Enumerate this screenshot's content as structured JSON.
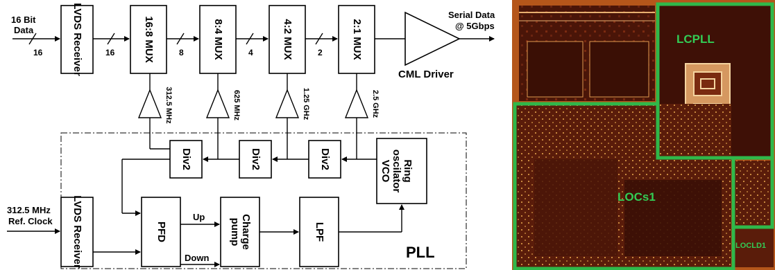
{
  "diagram": {
    "input_label_line1": "16 Bit",
    "input_label_line2": "Data",
    "input_bus_width": "16",
    "lvds_tx_receiver": "LVDS Receiver",
    "mux_16_8": "16:8 MUX",
    "mux_8_4": "8:4 MUX",
    "mux_4_2": "4:2 MUX",
    "mux_2_1": "2:1 MUX",
    "bus_16": "16",
    "bus_8": "8",
    "bus_4": "4",
    "bus_2": "2",
    "serial_line1": "Serial Data",
    "serial_line2": "@ 5Gbps",
    "cml_driver": "CML Driver",
    "clk_312": "312.5 MHz",
    "clk_625": "625 MHz",
    "clk_125g": "1.25 GHz",
    "clk_25g": "2.5 GHz",
    "div2": "Div2",
    "ring_osc": "Ring oscilator VCO",
    "ref_line1": "312.5 MHz",
    "ref_line2": "Ref. Clock",
    "lvds_ref_receiver": "LVDS Receiver",
    "pfd": "PFD",
    "up": "Up",
    "down": "Down",
    "charge_pump": "Charge pump",
    "lpf": "LPF",
    "pll": "PLL"
  },
  "die_photo": {
    "lcpll": "LCPLL",
    "locs1": "LOCs1",
    "locld1": "LOCLD1",
    "border_color": "#2fb84a",
    "substrate_color": "#b5561a"
  }
}
